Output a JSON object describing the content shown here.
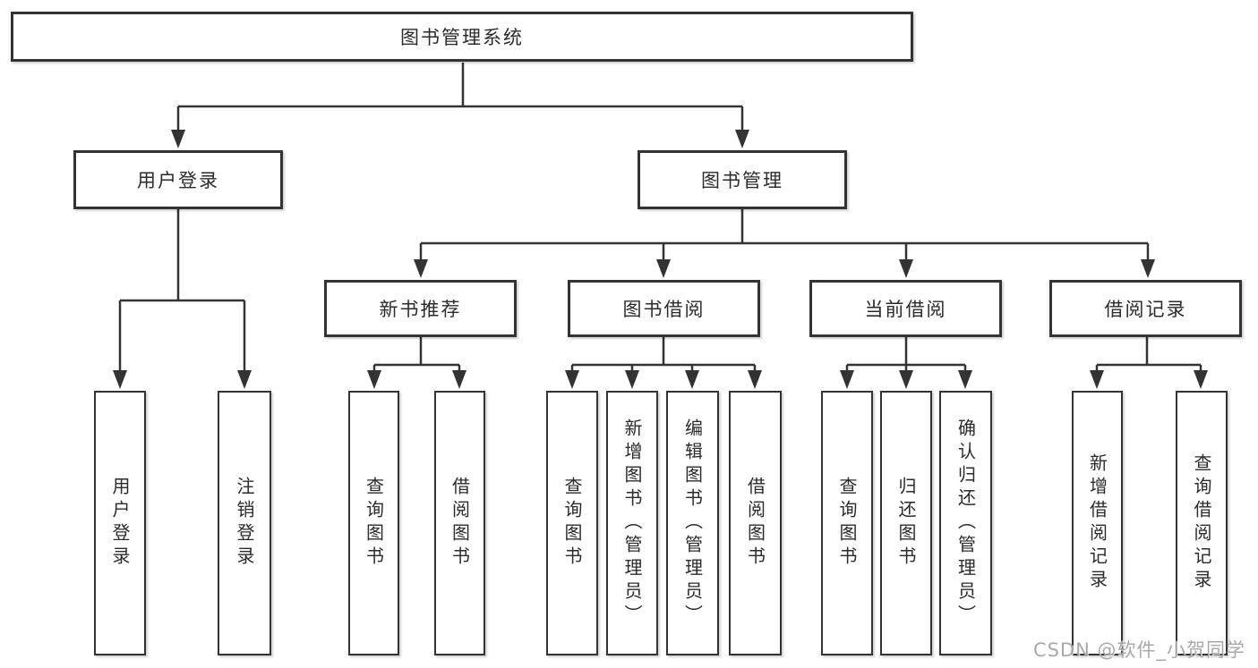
{
  "watermark": "CSDN @软件_小贺同学",
  "colors": {
    "line": "#333333",
    "box_border": "#333333",
    "text": "#2b2b2b",
    "watermark": "#9e9e9e",
    "background": "#ffffff"
  },
  "tree": {
    "root": {
      "label": "图书管理系统"
    },
    "user_branch": {
      "label": "用户登录",
      "leaves": [
        {
          "label": "用户登录"
        },
        {
          "label": "注销登录"
        }
      ]
    },
    "book_branch": {
      "label": "图书管理",
      "groups": [
        {
          "label": "新书推荐",
          "leaves": [
            {
              "label": "查询图书"
            },
            {
              "label": "借阅图书"
            }
          ]
        },
        {
          "label": "图书借阅",
          "leaves": [
            {
              "label": "查询图书"
            },
            {
              "label": "新增图书（管理员）"
            },
            {
              "label": "编辑图书（管理员）"
            },
            {
              "label": "借阅图书"
            }
          ]
        },
        {
          "label": "当前借阅",
          "leaves": [
            {
              "label": "查询图书"
            },
            {
              "label": "归还图书"
            },
            {
              "label": "确认归还（管理员）"
            }
          ]
        },
        {
          "label": "借阅记录",
          "leaves": [
            {
              "label": "新增借阅记录"
            },
            {
              "label": "查询借阅记录"
            }
          ]
        }
      ]
    }
  }
}
